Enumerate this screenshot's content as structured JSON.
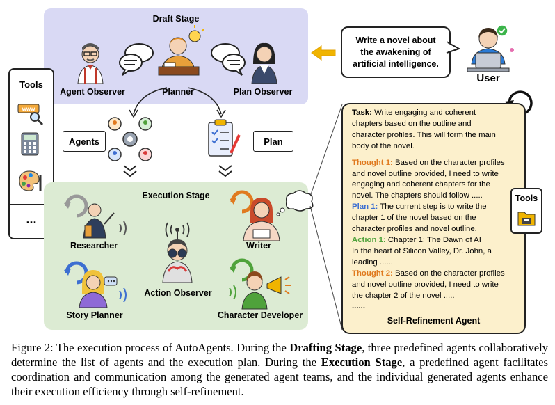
{
  "draft_stage": {
    "title": "Draft Stage",
    "agents": [
      "Agent Observer",
      "Planner",
      "Plan Observer"
    ]
  },
  "user": {
    "label": "User",
    "request": [
      "Write a novel about",
      "the awakening of",
      "artificial intelligence."
    ]
  },
  "tools_panel": {
    "title": "Tools",
    "icons": [
      "web-search-icon",
      "calculator-icon",
      "palette-icon"
    ],
    "more": "..."
  },
  "outputs": {
    "agents_label": "Agents",
    "plan_label": "Plan"
  },
  "execution_stage": {
    "title": "Execution Stage",
    "agents": [
      "Researcher",
      "Writer",
      "Action Observer",
      "Story Planner",
      "Character Developer"
    ]
  },
  "self_refinement": {
    "title": "Self-Refinement Agent",
    "tools_label": "Tools",
    "task_label": "Task:",
    "task_lines": [
      "Write engaging and coherent",
      "chapters based on the outline and",
      "character profiles. This will form the main",
      "body of the novel."
    ],
    "thought1_label": "Thought 1:",
    "thought1_lines": [
      "Based on the character profiles",
      "and novel outline provided, I need to write",
      "engaging and coherent chapters for the",
      "novel. The chapters should follow ....."
    ],
    "plan1_label": "Plan 1:",
    "plan1_lines": [
      "The current step is to write the",
      "chapter 1 of the novel based on the",
      "character profiles and novel outline."
    ],
    "action1_label": "Action 1:",
    "action1_lines": [
      "Chapter 1: The Dawn of AI",
      "In the heart of Silicon Valley, Dr. John, a",
      "leading ......"
    ],
    "thought2_label": "Thought 2:",
    "thought2_lines": [
      "Based on the character profiles",
      "and novel outline provided, I need to write",
      "the chapter 2 of the novel  ....."
    ],
    "ellipsis": "......"
  },
  "caption": {
    "p1": "Figure 2: The execution process of AutoAgents. During the ",
    "b1": "Drafting Stage",
    "p2": ", three predefined agents collaboratively determine the list of agents and the execution plan. During the ",
    "b2": "Execution Stage",
    "p3": ", a predefined agent facilitates coordination and communication among the generated agent teams, and the individual generated agents enhance their execution efficiency through self-refinement."
  },
  "colors": {
    "draft_bg": "#d9d9f4",
    "exec_bg": "#dcebd3",
    "self_bg": "#fcf0cc",
    "thought": "#e07a1f",
    "plan": "#3d6fd1",
    "action": "#4fa23b",
    "arrow": "#f0b400"
  }
}
